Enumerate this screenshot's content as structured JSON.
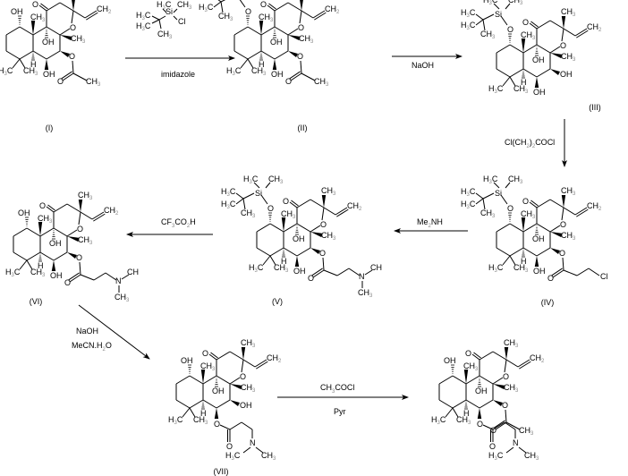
{
  "scheme": {
    "compounds": [
      {
        "id": "I",
        "label": "(I)",
        "variant": {
          "o1": "OH",
          "ester7": "acetyl",
          "oh6": "OH",
          "o7": "O"
        }
      },
      {
        "id": "II",
        "label": "(II)",
        "variant": {
          "o1": "OTBS",
          "ester7": "acetyl",
          "oh6": "OH",
          "o7": "O"
        }
      },
      {
        "id": "III",
        "label": "(III)",
        "variant": {
          "o1": "OTBS",
          "ester7": "none",
          "oh6": "OH",
          "o7": "OH"
        }
      },
      {
        "id": "IV",
        "label": "(IV)",
        "variant": {
          "o1": "OTBS",
          "ester7": "3-chloropropanoyl",
          "oh6": "OH",
          "o7": "O"
        }
      },
      {
        "id": "V",
        "label": "(V)",
        "variant": {
          "o1": "OTBS",
          "ester7": "3-(dimethylamino)propanoyl",
          "oh6": "OH",
          "o7": "O"
        }
      },
      {
        "id": "VI",
        "label": "(VI)",
        "variant": {
          "o1": "OH",
          "ester7": "3-(dimethylamino)propanoyl",
          "oh6": "OH",
          "o7": "O"
        }
      },
      {
        "id": "VII",
        "label": "(VII)",
        "variant": {
          "o1": "OH",
          "ester6": "3-(dimethylamino)propanoyl",
          "o7": "OH"
        }
      },
      {
        "id": "VIII",
        "label": "",
        "variant": {
          "o1": "OH",
          "ester6": "3-(dimethylamino)propanoyl",
          "ester7": "acetyl"
        }
      }
    ],
    "steps": [
      {
        "from": "I",
        "to": "II",
        "above": "tert-butyldimethylsilyl chloride (structure)",
        "below": "imidazole",
        "direction": "right"
      },
      {
        "from": "II",
        "to": "III",
        "above": "",
        "below": "NaOH",
        "direction": "right"
      },
      {
        "from": "III",
        "to": "IV",
        "side": "Cl(CH2)2COCl",
        "direction": "down"
      },
      {
        "from": "IV",
        "to": "V",
        "above": "Me2NH",
        "below": "",
        "direction": "left"
      },
      {
        "from": "V",
        "to": "VI",
        "above": "CF3CO2H",
        "below": "",
        "direction": "left"
      },
      {
        "from": "VI",
        "to": "VII",
        "side_lines": [
          "NaOH",
          "MeCN.H2O"
        ],
        "direction": "diagonal"
      },
      {
        "from": "VII",
        "to": "VIII",
        "above": "CH3COCl",
        "below": "Pyr",
        "direction": "right"
      }
    ],
    "reagent_text": {
      "imidazole": "imidazole",
      "naoh": "NaOH",
      "clch2": "Cl(CH",
      "clch2_sub": "2",
      "clch2_end": ")",
      "clch2_sub2": "2",
      "clch2_tail": "COCl",
      "me2nh_a": "Me",
      "me2nh_sub": "2",
      "me2nh_b": "NH",
      "cf3_a": "CF",
      "cf3_sub": "3",
      "cf3_b": "CO",
      "cf3_sub2": "2",
      "cf3_c": "H",
      "naoh2": "NaOH",
      "mecn_a": "MeCN.H",
      "mecn_sub": "2",
      "mecn_b": "O",
      "ac_a": "CH",
      "ac_sub": "3",
      "ac_b": "COCl",
      "pyr": "Pyr"
    },
    "atoms": {
      "H": "H",
      "C": "C",
      "CH": "CH",
      "O": "O",
      "OH": "OH",
      "Si": "Si",
      "Cl": "Cl",
      "N": "N",
      "sub3": "3",
      "sub2": "2"
    }
  }
}
